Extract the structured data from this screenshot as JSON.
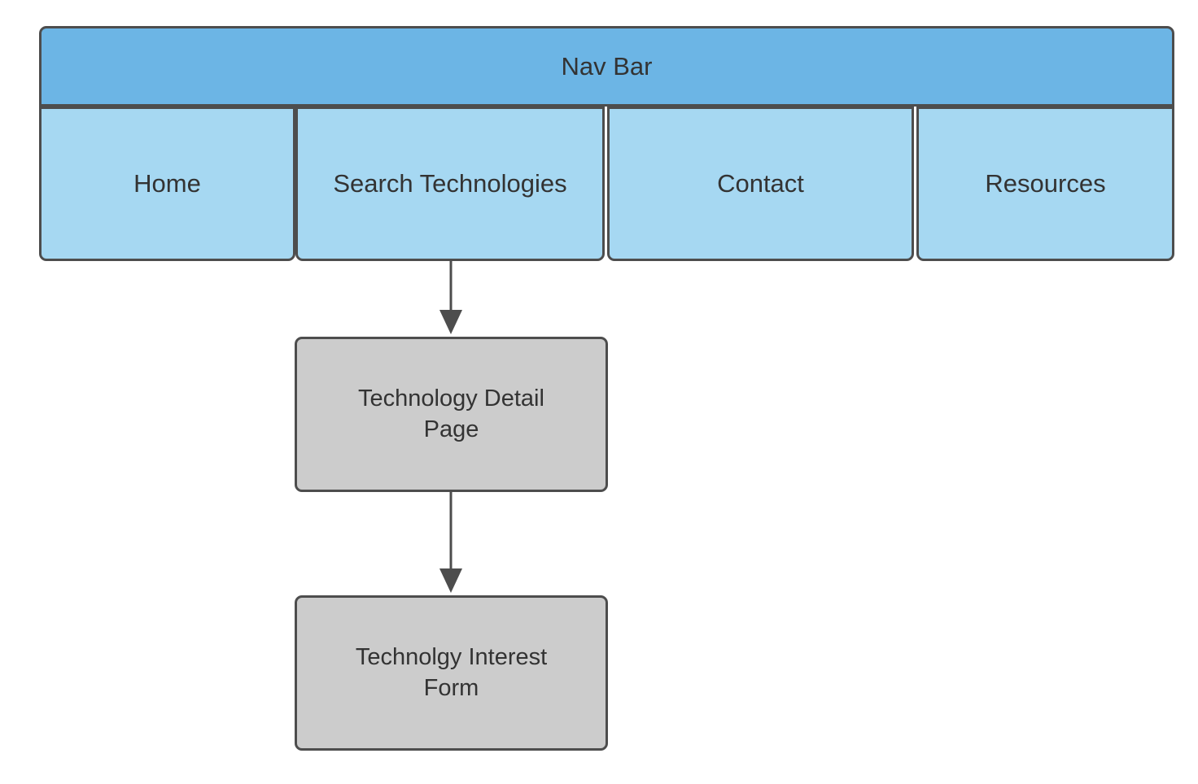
{
  "diagram": {
    "title": "Nav Bar",
    "background_color": "#ffffff",
    "border_color": "#4d4d4d",
    "navbar": {
      "label": "Nav Bar",
      "color": "#6cb5e5",
      "items": [
        {
          "label": "Home",
          "color": "#a6d8f2"
        },
        {
          "label": "Search Technologies",
          "color": "#a6d8f2"
        },
        {
          "label": "Contact",
          "color": "#a6d8f2"
        },
        {
          "label": "Resources",
          "color": "#a6d8f2"
        }
      ]
    },
    "nodes": [
      {
        "label": "Technology Detail\nPage",
        "color": "#cccccc"
      },
      {
        "label": "Technolgy Interest\nForm",
        "color": "#cccccc"
      }
    ],
    "edges": [
      {
        "from": "Search Technologies",
        "to": "Technology Detail Page",
        "arrow": "down-arrow-icon"
      },
      {
        "from": "Technology Detail Page",
        "to": "Technolgy Interest Form",
        "arrow": "down-arrow-icon"
      }
    ]
  }
}
